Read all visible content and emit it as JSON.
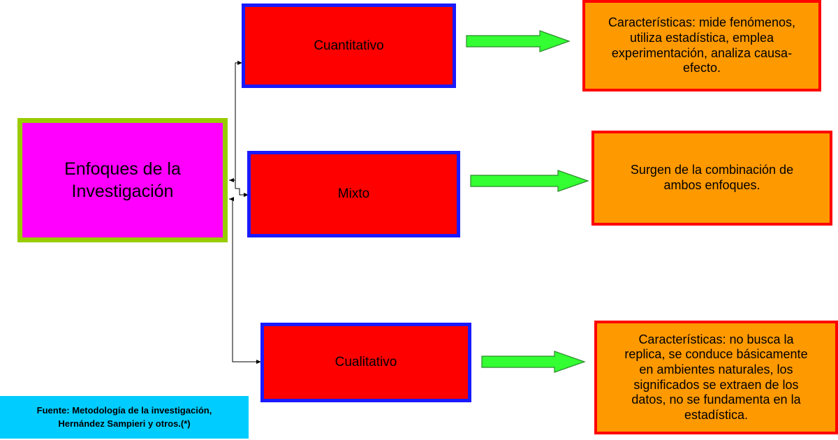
{
  "main": {
    "line1": "Enfoques de la",
    "line2": "Investigación"
  },
  "approaches": [
    {
      "label": "Cuantitativo"
    },
    {
      "label": "Mixto"
    },
    {
      "label": "Cualitativo"
    }
  ],
  "descriptions": [
    {
      "lines": [
        "Características: mide fenómenos,",
        "utiliza estadística, emplea",
        "experimentación, analiza causa-",
        "efecto."
      ]
    },
    {
      "lines": [
        "Surgen de la combinación de",
        "ambos enfoques."
      ]
    },
    {
      "lines": [
        "Características: no busca la",
        "replica, se conduce básicamente",
        "en ambientes naturales, los",
        "significados se extraen de los",
        "datos, no se fundamenta en la",
        "estadística."
      ]
    }
  ],
  "footer": {
    "line1": "Fuente: Metodología de la investigación,",
    "line2": "Hernández Sampieri y otros.(*)"
  },
  "colors": {
    "main_fill": "#ff00ff",
    "main_border": "#99cc00",
    "approach_fill": "#ff0000",
    "approach_border": "#1a1aff",
    "desc_fill": "#ff9900",
    "desc_border": "#ff0000",
    "arrow": "#33ff33",
    "footer_bg": "#00ccff"
  }
}
